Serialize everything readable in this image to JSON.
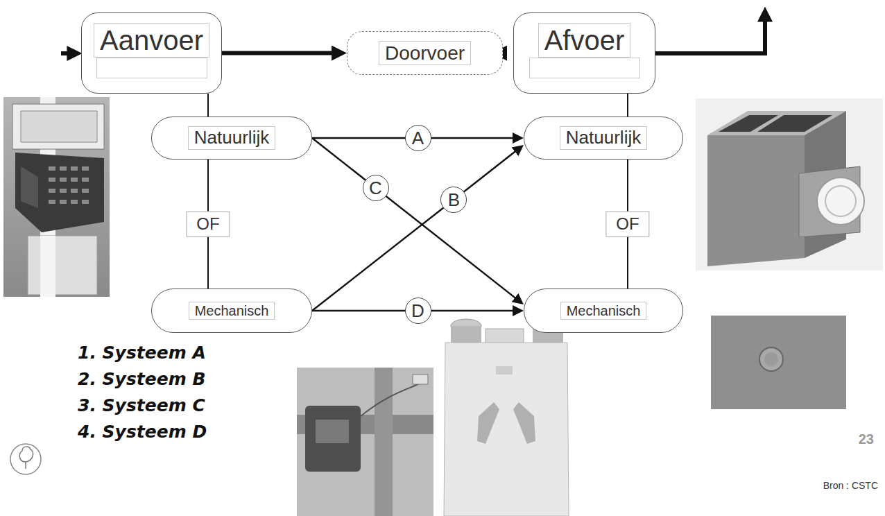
{
  "diagram": {
    "nodes": [
      {
        "text": [
          "Aanvoer"
        ]
      },
      {
        "text": [
          "Doorvoer"
        ]
      },
      {
        "text": [
          "Afvoer"
        ]
      },
      {
        "text": [
          "Natuurlijk"
        ]
      },
      {
        "text": [
          "Natuurlijk"
        ]
      },
      {
        "text": [
          "Mechanisch"
        ]
      },
      {
        "text": [
          "Mechanisch"
        ]
      }
    ],
    "edges": [
      {
        "from": 0,
        "to": 1,
        "arrow": "to"
      },
      {
        "from": 1,
        "to": 2,
        "arrow": "to"
      },
      {
        "from": 0,
        "to": 3,
        "arrow": "none"
      },
      {
        "from": 3,
        "to": 5,
        "arrow": "none",
        "label": "OF"
      },
      {
        "from": 2,
        "to": 4,
        "arrow": "none"
      },
      {
        "from": 4,
        "to": 6,
        "arrow": "none",
        "label": "OF"
      },
      {
        "from": 3,
        "to": 4,
        "arrow": "to",
        "label": "A"
      },
      {
        "from": 5,
        "to": 4,
        "arrow": "to",
        "label": "B"
      },
      {
        "from": 3,
        "to": 6,
        "arrow": "to",
        "label": "C"
      },
      {
        "from": 5,
        "to": 6,
        "arrow": "to",
        "label": "D"
      }
    ],
    "labels": [
      "1. Systeem A",
      "2. Systeem B",
      "3. Systeem C",
      "4. Systeem D",
      "23",
      "Bron : CSTC"
    ]
  }
}
